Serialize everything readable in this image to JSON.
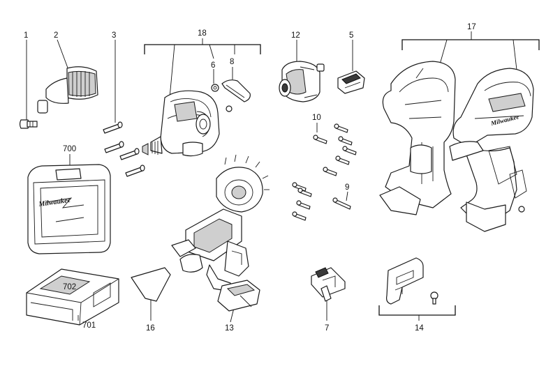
{
  "diagram": {
    "labels": {
      "p1": "1",
      "p2": "2",
      "p3": "3",
      "p5": "5",
      "p6": "6",
      "p7": "7",
      "p8": "8",
      "p9": "9",
      "p10": "10",
      "p12": "12",
      "p13": "13",
      "p14": "14",
      "p16": "16",
      "p17": "17",
      "p18": "18",
      "p700": "700",
      "p701": "701",
      "p702": "702"
    },
    "case_brand": "Milwaukee",
    "housing_brand": "Milwaukee"
  }
}
